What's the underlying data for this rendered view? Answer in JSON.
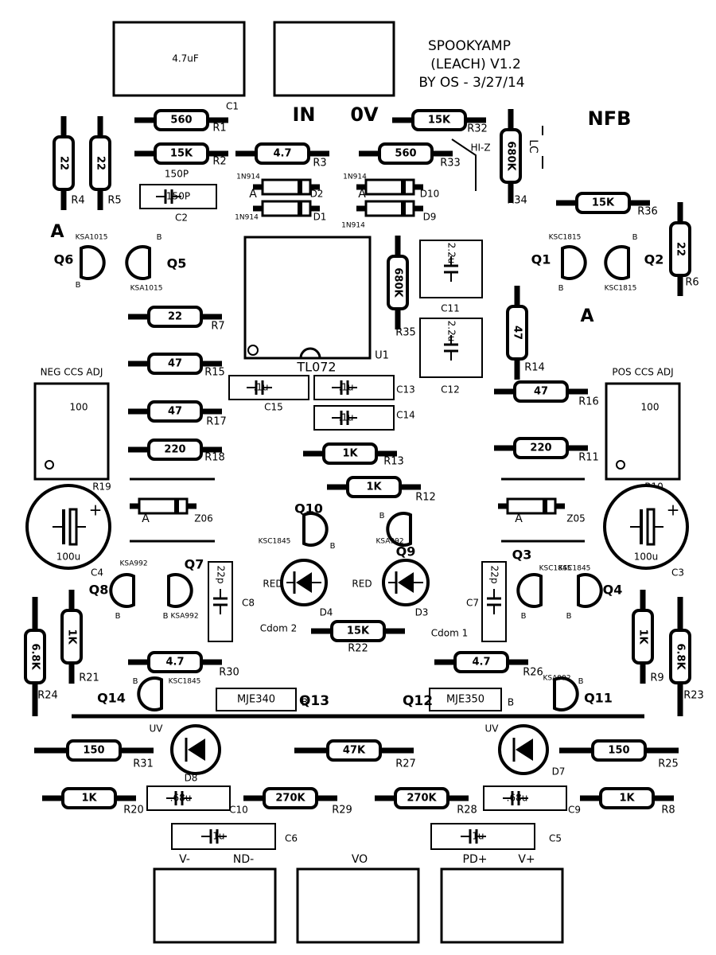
{
  "title": {
    "line1": "SPOOKYAMP",
    "line2": "(LEACH) V1.2",
    "line3": "BY OS - 3/27/14"
  },
  "net_labels": {
    "in": "IN",
    "zero_v": "0V",
    "nfb": "NFB",
    "hi_z": "HI-Z",
    "lc": "LC"
  },
  "resistors": [
    {
      "ref": "R1",
      "value": "560"
    },
    {
      "ref": "R2",
      "value": "15K"
    },
    {
      "ref": "R3",
      "value": "4.7"
    },
    {
      "ref": "R4",
      "value": "22"
    },
    {
      "ref": "R5",
      "value": "22"
    },
    {
      "ref": "R6",
      "value": "22"
    },
    {
      "ref": "R7",
      "value": "22"
    },
    {
      "ref": "R8",
      "value": "1K"
    },
    {
      "ref": "R9",
      "value": "1K"
    },
    {
      "ref": "R11",
      "value": "220"
    },
    {
      "ref": "R12",
      "value": "1K"
    },
    {
      "ref": "R13",
      "value": "1K"
    },
    {
      "ref": "R14",
      "value": "47"
    },
    {
      "ref": "R15",
      "value": "47"
    },
    {
      "ref": "R16",
      "value": "47"
    },
    {
      "ref": "R17",
      "value": "47"
    },
    {
      "ref": "R18",
      "value": "220"
    },
    {
      "ref": "R20",
      "value": "1K"
    },
    {
      "ref": "R21",
      "value": "1K"
    },
    {
      "ref": "R22",
      "value": "15K"
    },
    {
      "ref": "R23",
      "value": "6.8K"
    },
    {
      "ref": "R24",
      "value": "6.8K"
    },
    {
      "ref": "R25",
      "value": "150"
    },
    {
      "ref": "R26",
      "value": "4.7"
    },
    {
      "ref": "R27",
      "value": "47K"
    },
    {
      "ref": "R28",
      "value": "270K"
    },
    {
      "ref": "R29",
      "value": "270K"
    },
    {
      "ref": "R30",
      "value": "4.7"
    },
    {
      "ref": "R31",
      "value": "150"
    },
    {
      "ref": "R32",
      "value": "15K"
    },
    {
      "ref": "R33",
      "value": "560"
    },
    {
      "ref": "R34",
      "value": "680K"
    },
    {
      "ref": "R35",
      "value": "680K"
    },
    {
      "ref": "R36",
      "value": "15K"
    }
  ],
  "capacitors": [
    {
      "ref": "C1",
      "value": "4.7uF"
    },
    {
      "ref": "C2",
      "value": "150P"
    },
    {
      "ref": "C3",
      "value": "100u"
    },
    {
      "ref": "C4",
      "value": "100u"
    },
    {
      "ref": "C5",
      "value": ".1u"
    },
    {
      "ref": "C6",
      "value": ".1u"
    },
    {
      "ref": "C7",
      "value": "22p"
    },
    {
      "ref": "C8",
      "value": "22p"
    },
    {
      "ref": "C9",
      "value": ".68u"
    },
    {
      "ref": "C10",
      "value": ".68u"
    },
    {
      "ref": "C11",
      "value": "2.2u"
    },
    {
      "ref": "C12",
      "value": "2.2u"
    },
    {
      "ref": "C13",
      "value": ".1u"
    },
    {
      "ref": "C14",
      "value": ".1u"
    },
    {
      "ref": "C15",
      "value": ".1u"
    }
  ],
  "transistors": [
    {
      "ref": "Q1",
      "part": "KSC1815"
    },
    {
      "ref": "Q2",
      "part": "KSC1815"
    },
    {
      "ref": "Q3",
      "part": "KSC1845"
    },
    {
      "ref": "Q4",
      "part": "KSC1845"
    },
    {
      "ref": "Q5",
      "part": "KSA1015"
    },
    {
      "ref": "Q6",
      "part": "KSA1015"
    },
    {
      "ref": "Q7",
      "part": "KSA992"
    },
    {
      "ref": "Q8",
      "part": "KSA992"
    },
    {
      "ref": "Q9",
      "part": "KSA992"
    },
    {
      "ref": "Q10",
      "part": "KSC1845"
    },
    {
      "ref": "Q11",
      "part": "KSA992"
    },
    {
      "ref": "Q12",
      "part": "MJE350"
    },
    {
      "ref": "Q13",
      "part": "MJE340"
    },
    {
      "ref": "Q14",
      "part": "KSC1845"
    }
  ],
  "diodes": [
    {
      "ref": "D1",
      "part": "1N914"
    },
    {
      "ref": "D2",
      "part": "1N914"
    },
    {
      "ref": "D9",
      "part": "1N914"
    },
    {
      "ref": "D10",
      "part": "1N914"
    },
    {
      "ref": "Z05",
      "part": "A"
    },
    {
      "ref": "Z06",
      "part": "A"
    }
  ],
  "leds": [
    {
      "ref": "D3",
      "color": "RED"
    },
    {
      "ref": "D4",
      "color": "RED"
    },
    {
      "ref": "D7",
      "color": "UV"
    },
    {
      "ref": "D8",
      "color": "UV"
    }
  ],
  "ic": {
    "ref": "U1",
    "part": "TL072"
  },
  "pots": [
    {
      "ref": "R10",
      "label": "POS CCS ADJ",
      "value": "100"
    },
    {
      "ref": "R19",
      "label": "NEG CCS ADJ",
      "value": "100"
    }
  ],
  "misc_labels": {
    "cdom1": "Cdom 1",
    "cdom2": "Cdom 2",
    "a": "A",
    "b": "B"
  },
  "connectors": [
    {
      "name": "V+",
      "sub": "PD+"
    },
    {
      "name": "VO",
      "sub": ""
    },
    {
      "name": "V-",
      "sub": "ND-"
    }
  ]
}
